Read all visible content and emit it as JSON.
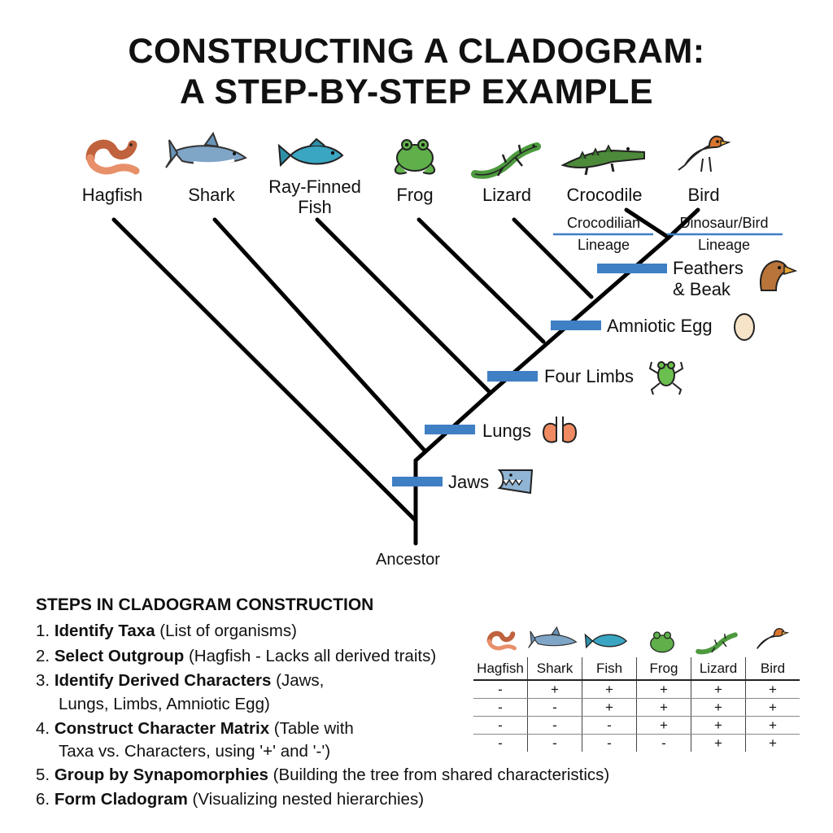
{
  "title": {
    "line1": "CONSTRUCTING A CLADOGRAM:",
    "line2": "A STEP-BY-STEP EXAMPLE"
  },
  "taxa": [
    {
      "name": "Hagfish",
      "icon": "worm-hagfish-icon"
    },
    {
      "name": "Shark",
      "icon": "shark-icon"
    },
    {
      "name": "Ray-Finned Fish",
      "icon": "fish-icon"
    },
    {
      "name": "Frog",
      "icon": "frog-icon"
    },
    {
      "name": "Lizard",
      "icon": "lizard-icon"
    },
    {
      "name": "Crocodile",
      "icon": "crocodile-icon"
    },
    {
      "name": "Bird",
      "icon": "bird-icon"
    }
  ],
  "lineages": {
    "crocodilian": "Crocodilian\nLineage",
    "dinosaur_bird": "Dinosaur/Bird\nLineage"
  },
  "traits": [
    {
      "name": "Jaws",
      "icon": "shark-head-icon"
    },
    {
      "name": "Lungs",
      "icon": "lungs-icon"
    },
    {
      "name": "Four Limbs",
      "icon": "frog-icon"
    },
    {
      "name": "Amniotic Egg",
      "icon": "egg-icon"
    },
    {
      "name": "Feathers\n& Beak",
      "icon": "bird-head-icon"
    }
  ],
  "ancestor": "Ancestor",
  "steps": {
    "heading": "STEPS IN CLADOGRAM CONSTRUCTION",
    "items": [
      {
        "num": "1.",
        "bold": "Identify Taxa",
        "rest": " (List of organisms)"
      },
      {
        "num": "2.",
        "bold": "Select Outgroup",
        "rest": " (Hagfish - Lacks all derived traits)"
      },
      {
        "num": "3.",
        "bold": "Identify Derived Characters",
        "rest": " (Jaws,",
        "cont": "Lungs, Limbs, Amniotic Egg)"
      },
      {
        "num": "4.",
        "bold": "Construct Character Matrix",
        "rest": " (Table with",
        "cont": "Taxa vs. Characters, using '+' and '-')"
      },
      {
        "num": "5.",
        "bold": "Group by Synapomorphies",
        "rest": " (Building the tree from shared characteristics)"
      },
      {
        "num": "6.",
        "bold": "Form Cladogram",
        "rest": " (Visualizing nested hierarchies)"
      }
    ]
  },
  "matrix": {
    "headers": [
      "Hagfish",
      "Shark",
      "Fish",
      "Frog",
      "Lizard",
      "Bird"
    ],
    "rows": [
      [
        "-",
        "+",
        "+",
        "+",
        "+",
        "+"
      ],
      [
        "-",
        "-",
        "+",
        "+",
        "+",
        "+"
      ],
      [
        "-",
        "-",
        "-",
        "+",
        "+",
        "+"
      ],
      [
        "-",
        "-",
        "-",
        "-",
        "+",
        "+"
      ]
    ]
  },
  "colors": {
    "trait_bar": "#3f7fc4",
    "lineage_line": "#3f7fc4",
    "branch": "#000000"
  }
}
